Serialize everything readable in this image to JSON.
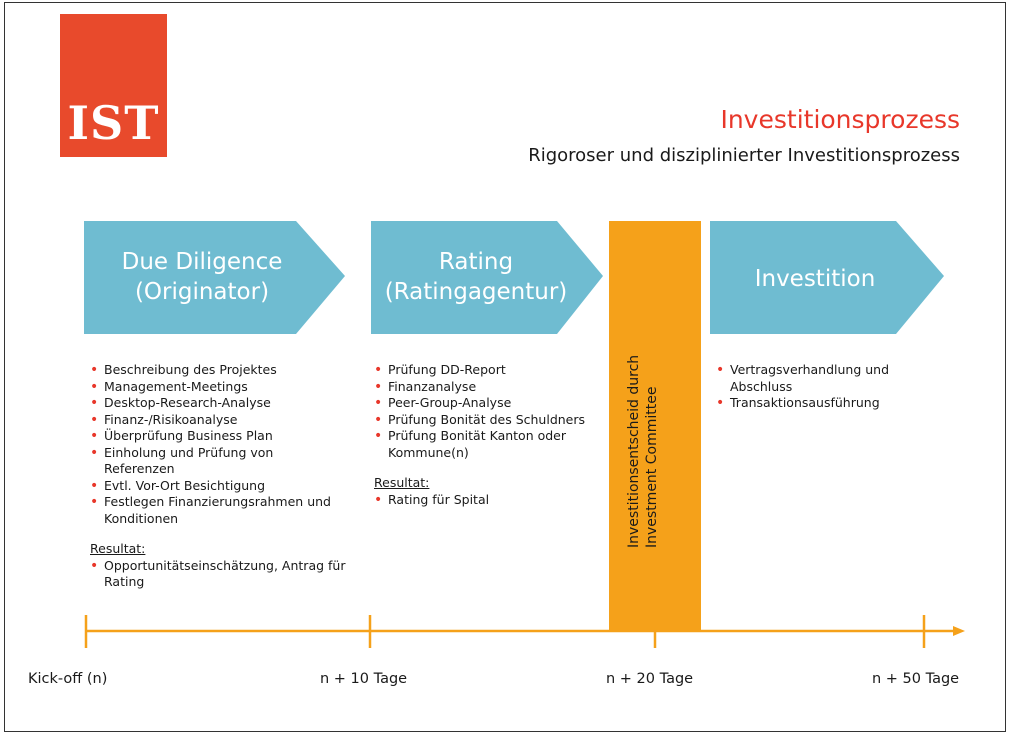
{
  "logo": {
    "text": "IST"
  },
  "header": {
    "title": "Investitionsprozess",
    "subtitle": "Rigoroser und disziplinierter Investitionsprozess"
  },
  "stages": [
    {
      "line1": "Due Diligence",
      "line2": "(Originator)"
    },
    {
      "line1": "Rating",
      "line2": "(Ratingagentur)"
    },
    {
      "line1": "Investition",
      "line2": ""
    }
  ],
  "decision": {
    "line1": "Investitionsentscheid durch",
    "line2": "Investment Committee"
  },
  "columns": {
    "due_diligence": {
      "items": [
        "Beschreibung des Projektes",
        "Management-Meetings",
        "Desktop-Research-Analyse",
        "Finanz-/Risikoanalyse",
        "Überprüfung Business Plan",
        "Einholung und Prüfung von Referenzen",
        "Evtl. Vor-Ort Besichtigung",
        "Festlegen Finanzierungsrahmen und Konditionen"
      ],
      "result_label": "Resultat:",
      "result_items": [
        "Opportunitätseinschätzung, Antrag für Rating"
      ]
    },
    "rating": {
      "items": [
        "Prüfung DD-Report",
        "Finanzanalyse",
        "Peer-Group-Analyse",
        "Prüfung Bonität des Schuldners",
        "Prüfung Bonität Kanton oder Kommune(n)"
      ],
      "result_label": "Resultat:",
      "result_items": [
        "Rating für Spital"
      ]
    },
    "investition": {
      "items": [
        "Vertragsverhandlung und Abschluss",
        "Transaktionsausführung"
      ]
    }
  },
  "timeline": {
    "labels": [
      "Kick-off (n)",
      "n + 10 Tage",
      "n + 20 Tage",
      "n + 50 Tage"
    ]
  },
  "colors": {
    "arrow": "#6fbcd1",
    "decision_band": "#f5a11a",
    "timeline": "#f5a11a",
    "bullet": "#e8372a",
    "title": "#e8372a",
    "logo": "#e84a2c"
  }
}
